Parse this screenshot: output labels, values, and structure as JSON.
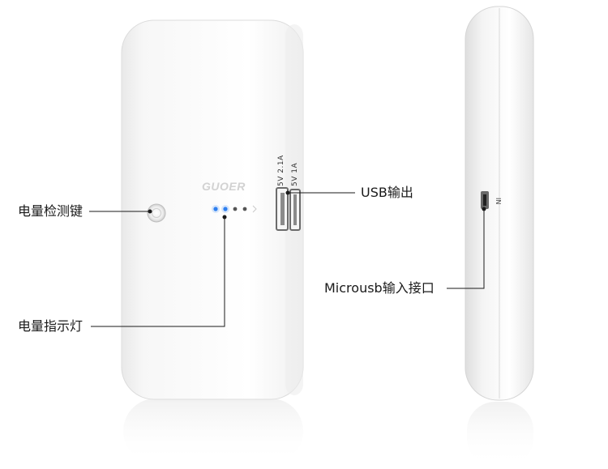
{
  "brand": "GUOER",
  "callouts": {
    "check_button": "电量检测键",
    "indicator_lights": "电量指示灯",
    "usb_output": "USB输出",
    "micro_usb_input": "Microusb输入接口"
  },
  "ports": {
    "port1": "5V  2.1A",
    "port2": "5V  1A"
  },
  "side_label": "IN",
  "indicators": {
    "total": 4,
    "lit": 2,
    "lit_color": "#2f7ff0",
    "off_color": "#555555"
  }
}
